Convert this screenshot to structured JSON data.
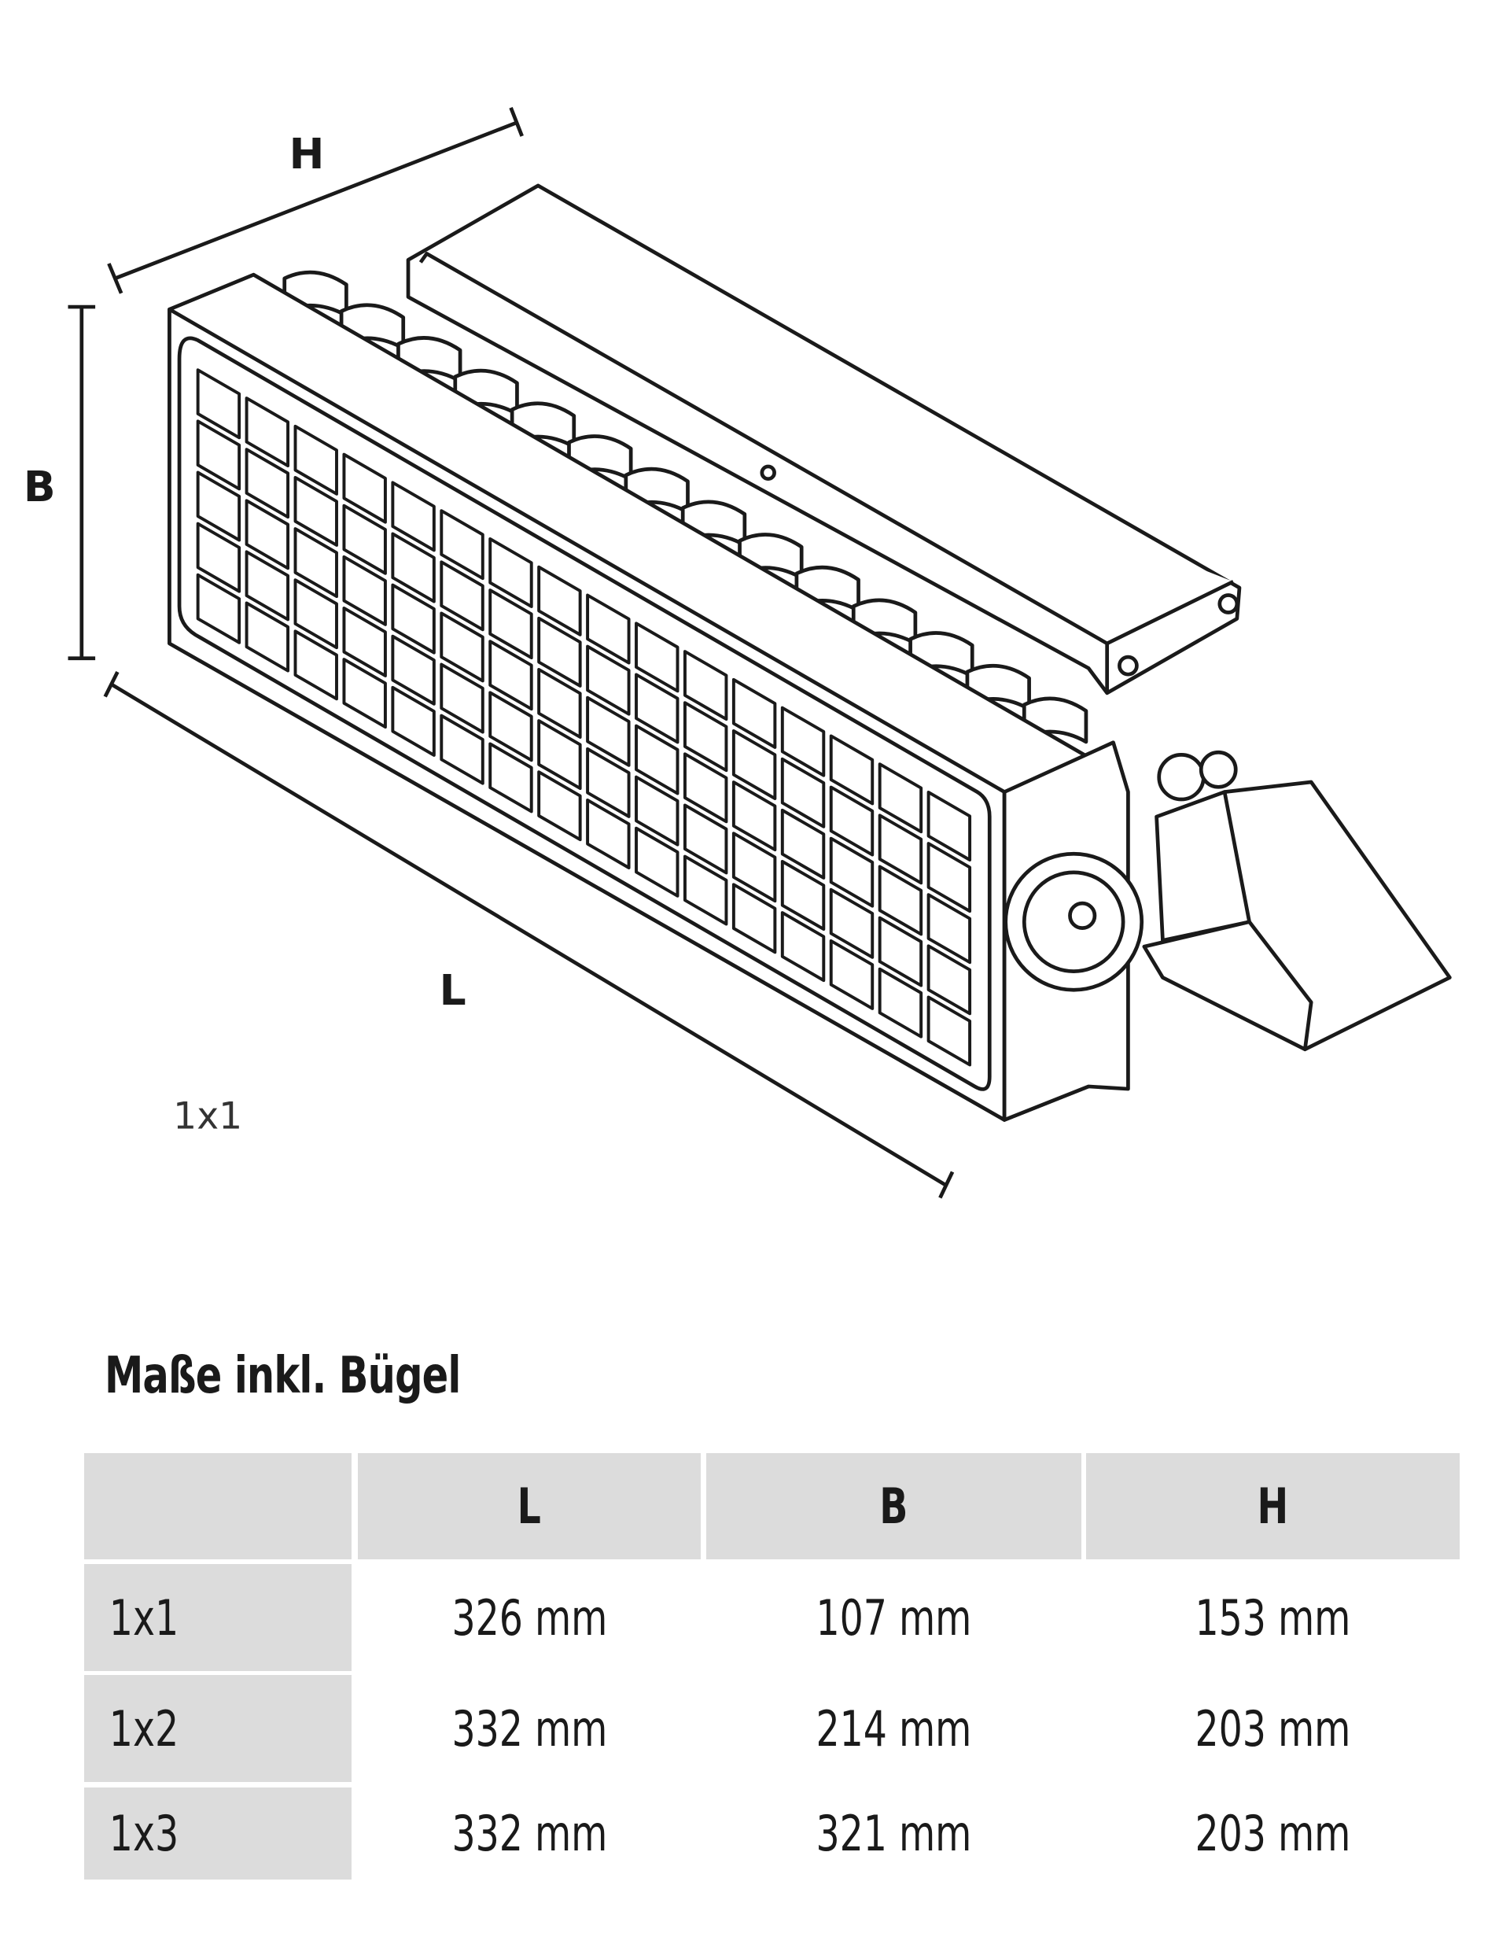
{
  "drawing": {
    "dimension_labels": {
      "height": "H",
      "width": "B",
      "length": "L"
    },
    "variant_label": "1x1"
  },
  "table": {
    "title": "Maße inkl. Bügel",
    "columns": [
      "",
      "L",
      "B",
      "H"
    ],
    "rows": [
      {
        "label": "1x1",
        "L": "326 mm",
        "B": "107 mm",
        "H": "153 mm"
      },
      {
        "label": "1x2",
        "L": "332 mm",
        "B": "214 mm",
        "H": "203 mm"
      },
      {
        "label": "1x3",
        "L": "332 mm",
        "B": "321 mm",
        "H": "203 mm"
      }
    ]
  }
}
